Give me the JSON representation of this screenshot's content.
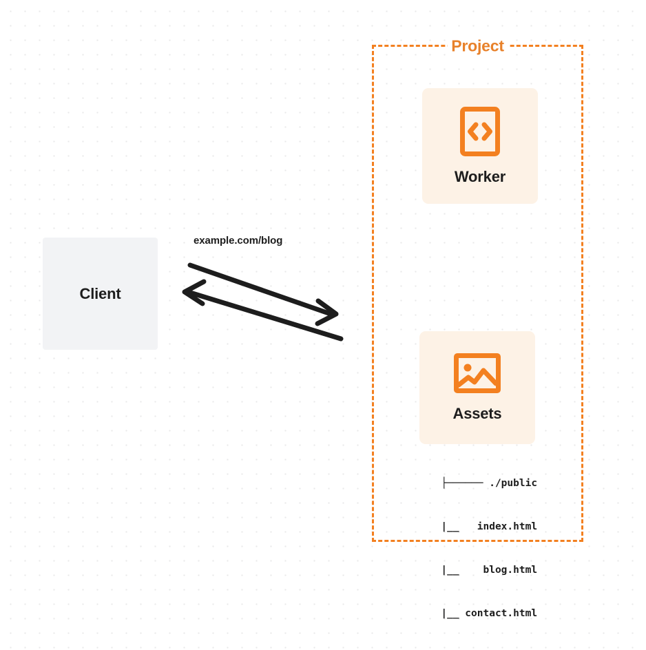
{
  "diagram": {
    "title": "Client to Cloudflare Worker and Assets routing",
    "background": {
      "color": "#ffffff",
      "dot_color": "#e9e9ea",
      "pattern": "dot-grid"
    },
    "colors": {
      "accent_orange": "#f38020",
      "card_fill": "#fdf2e6",
      "client_fill": "#f2f3f5",
      "text": "#1d1d1d",
      "stroke": "#1d1d1d"
    }
  },
  "client": {
    "label": "Client"
  },
  "edge": {
    "label": "example.com/blog",
    "request_direction": "client-to-project",
    "response_direction": "project-to-client"
  },
  "project": {
    "title": "Project",
    "nodes": [
      {
        "id": "worker",
        "label": "Worker",
        "icon": "code-brackets-icon"
      },
      {
        "id": "assets",
        "label": "Assets",
        "icon": "image-icon"
      }
    ]
  },
  "file_tree": {
    "rows": [
      "├────── ./public",
      "      |__   index.html",
      "      |__    blog.html",
      "      |__ contact.html"
    ],
    "root": "./public",
    "files": [
      "index.html",
      "blog.html",
      "contact.html"
    ]
  }
}
